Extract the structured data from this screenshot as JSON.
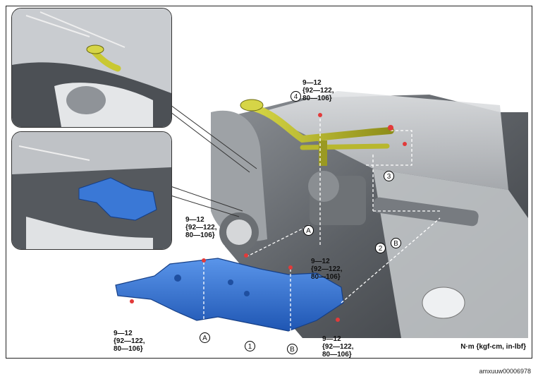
{
  "torque_labels": {
    "top": [
      "9—12",
      "{92—122,",
      "80—106}"
    ],
    "left_middle": [
      "9—12",
      "{92—122,",
      "80—106}"
    ],
    "center": [
      "9—12",
      "{92—122,",
      "80—106}"
    ],
    "left_bottom": [
      "9—12",
      "{92—122,",
      "80—106}"
    ],
    "right_bottom": [
      "9—12",
      "{92—122,",
      "80—106}"
    ]
  },
  "callouts": {
    "part1": "1",
    "part2": "2",
    "part3": "3",
    "part4": "4",
    "refA_top": "A",
    "refA_bottom": "A",
    "refB_top": "B",
    "refB_bottom": "B"
  },
  "units_note": "N·m {kgf-cm, in-lbf}",
  "figure_id": "amxuuw00006978",
  "colors": {
    "fuel_filler_pipe": "#c9c832",
    "splash_shield": "#2f6fd0",
    "bolt_marker": "#e23a3a"
  }
}
